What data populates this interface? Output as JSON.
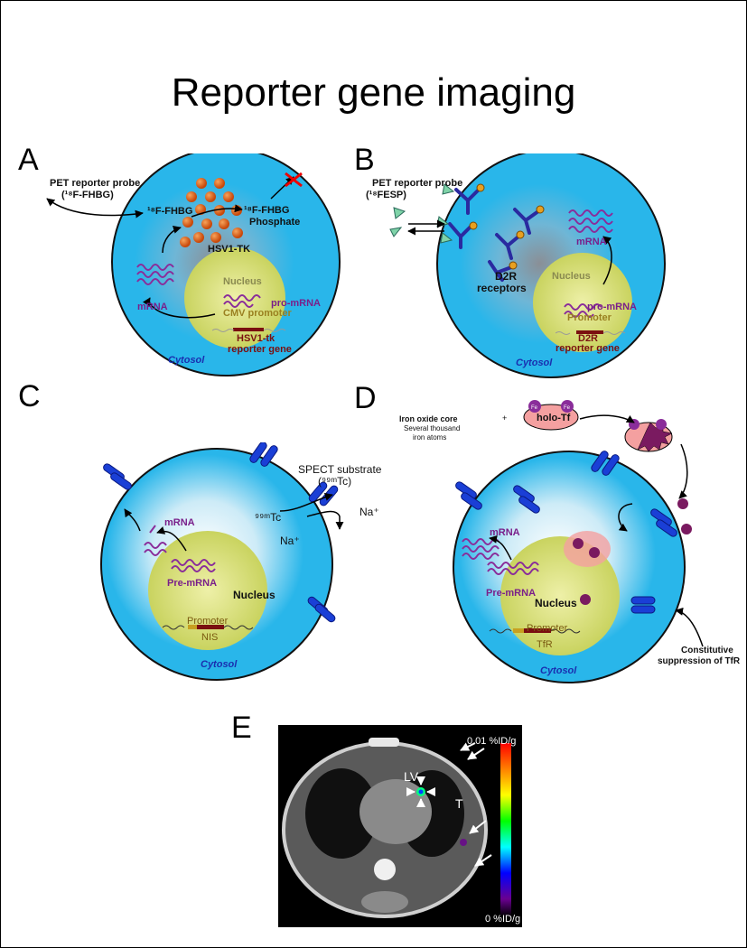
{
  "title": "Reporter gene imaging",
  "panels": {
    "a": {
      "letter": "A",
      "probe_line1": "PET reporter probe",
      "probe_line2": "(¹⁸F-FHBG)",
      "fhbg": "¹⁸F-FHBG",
      "fhbg_phosphate_1": "¹⁸F-FHBG",
      "fhbg_phosphate_2": "Phosphate",
      "enzyme": "HSV1-TK",
      "mrna": "mRNA",
      "nucleus": "Nucleus",
      "pro_mrna": "pro-mRNA",
      "promoter": "CMV promoter",
      "gene_1": "HSV1-tk",
      "gene_2": "reporter gene",
      "cytosol": "Cytosol"
    },
    "b": {
      "letter": "B",
      "probe_line1": "PET reporter probe",
      "probe_line2": "(¹⁸FESP)",
      "mrna": "mRNA",
      "nucleus": "Nucleus",
      "receptor_1": "D2R",
      "receptor_2": "receptors",
      "pro_mrna": "pro-mRNA",
      "promoter": "Promoter",
      "gene_1": "D2R",
      "gene_2": "reporter gene",
      "cytosol": "Cytosol"
    },
    "c": {
      "letter": "C",
      "substrate_1": "SPECT substrate",
      "substrate_2": "(⁹⁹ᵐTc)",
      "tc": "⁹⁹ᵐTc",
      "na_in": "Na⁺",
      "na_out": "Na⁺",
      "mrna": "mRNA",
      "pre_mrna": "Pre-mRNA",
      "nucleus": "Nucleus",
      "promoter": "Promoter",
      "gene": "NIS",
      "cytosol": "Cytosol"
    },
    "d": {
      "letter": "D",
      "core_1": "Iron oxide core",
      "core_2": "Several thousand",
      "core_3": "iron atoms",
      "plus": "+",
      "holo": "holo-Tf",
      "fe": "Fe",
      "mrna": "mRNA",
      "pre_mrna": "Pre-mRNA",
      "nucleus": "Nucleus",
      "promoter": "Promoter",
      "gene": "TfR",
      "cytosol": "Cytosol",
      "suppression_1": "Constitutive",
      "suppression_2": "suppression of TfR"
    },
    "e": {
      "letter": "E",
      "scale_max": "0.01 %ID/g",
      "scale_min": "0 %ID/g",
      "lv": "LV",
      "t": "T"
    }
  },
  "colors": {
    "cytosol": "#29b6ea",
    "nucleus": "#d8e07a",
    "mrna": "#8a2d9a",
    "receptor": "#1a3fd6",
    "dark_red": "#7a1010"
  }
}
